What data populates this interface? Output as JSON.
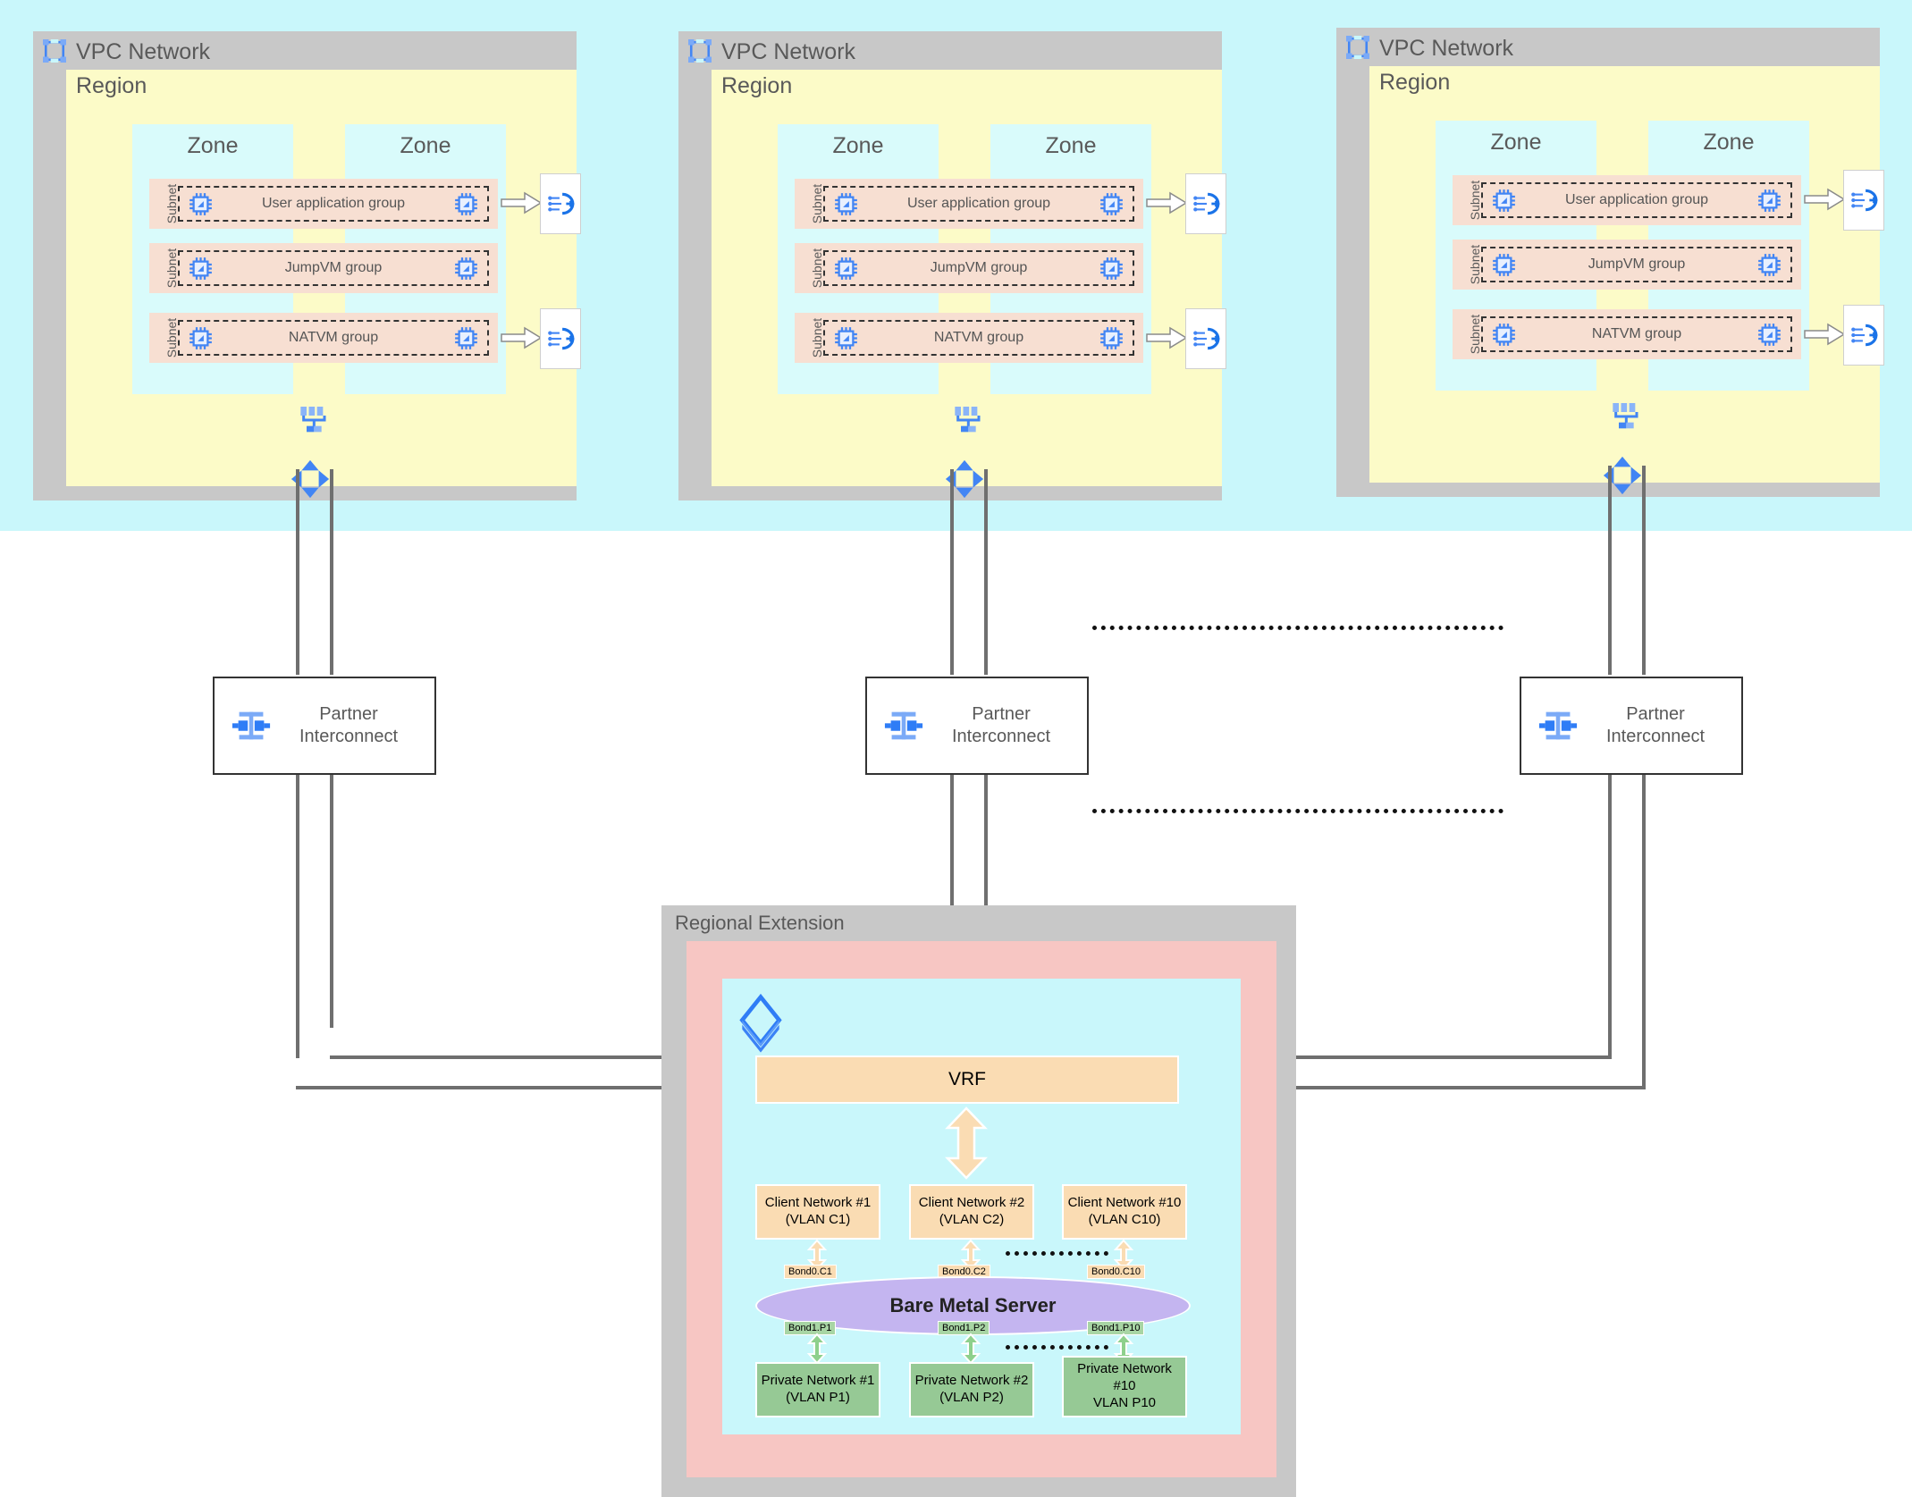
{
  "diagram": {
    "title": "Multi-region VPC with Partner Interconnect to Regional Extension bare metal",
    "colors": {
      "cyan_band": "#c9f7fb",
      "vpc_gray": "#c8c8c8",
      "region_yellow": "#fcfbc8",
      "zone_cyan": "#d9fbfb",
      "subnet_peach": "#f7dfd2",
      "accent_blue": "#4285f4",
      "vrf_orange": "#fadcb3",
      "private_green": "#96c995",
      "bms_purple": "#c4b5f0",
      "regional_pink": "#f7c6c3",
      "line_gray": "#6f6f6f"
    }
  },
  "vpcs": [
    {
      "title": "VPC Network",
      "icon": "vpc-network-icon",
      "region_label": "Region",
      "zones": [
        "Zone",
        "Zone"
      ],
      "subnets": [
        {
          "label": "Subnet",
          "group": "User application group",
          "has_gateway": true
        },
        {
          "label": "Subnet",
          "group": "JumpVM group",
          "has_gateway": false
        },
        {
          "label": "Subnet",
          "group": "NATVM group",
          "has_gateway": true
        }
      ],
      "gateway_icon": "cloud-nat-gateway-icon",
      "vm_icon": "vm-instance-icon",
      "router_icon": "cloud-router-icon",
      "vpn_icon": "vpn-gateway-icon"
    },
    {
      "title": "VPC Network",
      "icon": "vpc-network-icon",
      "region_label": "Region",
      "zones": [
        "Zone",
        "Zone"
      ],
      "subnets": [
        {
          "label": "Subnet",
          "group": "User application group",
          "has_gateway": true
        },
        {
          "label": "Subnet",
          "group": "JumpVM group",
          "has_gateway": false
        },
        {
          "label": "Subnet",
          "group": "NATVM group",
          "has_gateway": true
        }
      ],
      "gateway_icon": "cloud-nat-gateway-icon",
      "vm_icon": "vm-instance-icon",
      "router_icon": "cloud-router-icon",
      "vpn_icon": "vpn-gateway-icon"
    },
    {
      "title": "VPC Network",
      "icon": "vpc-network-icon",
      "region_label": "Region",
      "zones": [
        "Zone",
        "Zone"
      ],
      "subnets": [
        {
          "label": "Subnet",
          "group": "User application group",
          "has_gateway": true
        },
        {
          "label": "Subnet",
          "group": "JumpVM group",
          "has_gateway": false
        },
        {
          "label": "Subnet",
          "group": "NATVM group",
          "has_gateway": true
        }
      ],
      "gateway_icon": "cloud-nat-gateway-icon",
      "vm_icon": "vm-instance-icon",
      "router_icon": "cloud-router-icon",
      "vpn_icon": "vpn-gateway-icon"
    }
  ],
  "partner_interconnects": [
    {
      "line1": "Partner",
      "line2": "Interconnect",
      "icon": "partner-interconnect-icon"
    },
    {
      "line1": "Partner",
      "line2": "Interconnect",
      "icon": "partner-interconnect-icon"
    },
    {
      "line1": "Partner",
      "line2": "Interconnect",
      "icon": "partner-interconnect-icon"
    }
  ],
  "regional_extension": {
    "title": "Regional Extension",
    "stack_icon": "layers-stack-icon",
    "vrf": {
      "label": "VRF"
    },
    "bare_metal_server": {
      "label": "Bare Metal Server"
    },
    "client_networks": [
      {
        "line1": "Client Network #1",
        "line2": "(VLAN C1)",
        "bond": "Bond0.C1"
      },
      {
        "line1": "Client Network #2",
        "line2": "(VLAN C2)",
        "bond": "Bond0.C2"
      },
      {
        "line1": "Client Network #10",
        "line2": "(VLAN C10)",
        "bond": "Bond0.C10"
      }
    ],
    "private_networks": [
      {
        "line1": "Private Network #1",
        "line2": "(VLAN P1)",
        "line3": "",
        "bond": "Bond1.P1"
      },
      {
        "line1": "Private Network #2",
        "line2": "(VLAN P2)",
        "line3": "",
        "bond": "Bond1.P2"
      },
      {
        "line1": "Private Network",
        "line2": "#10",
        "line3": "VLAN P10",
        "bond": "Bond1.P10"
      }
    ]
  }
}
